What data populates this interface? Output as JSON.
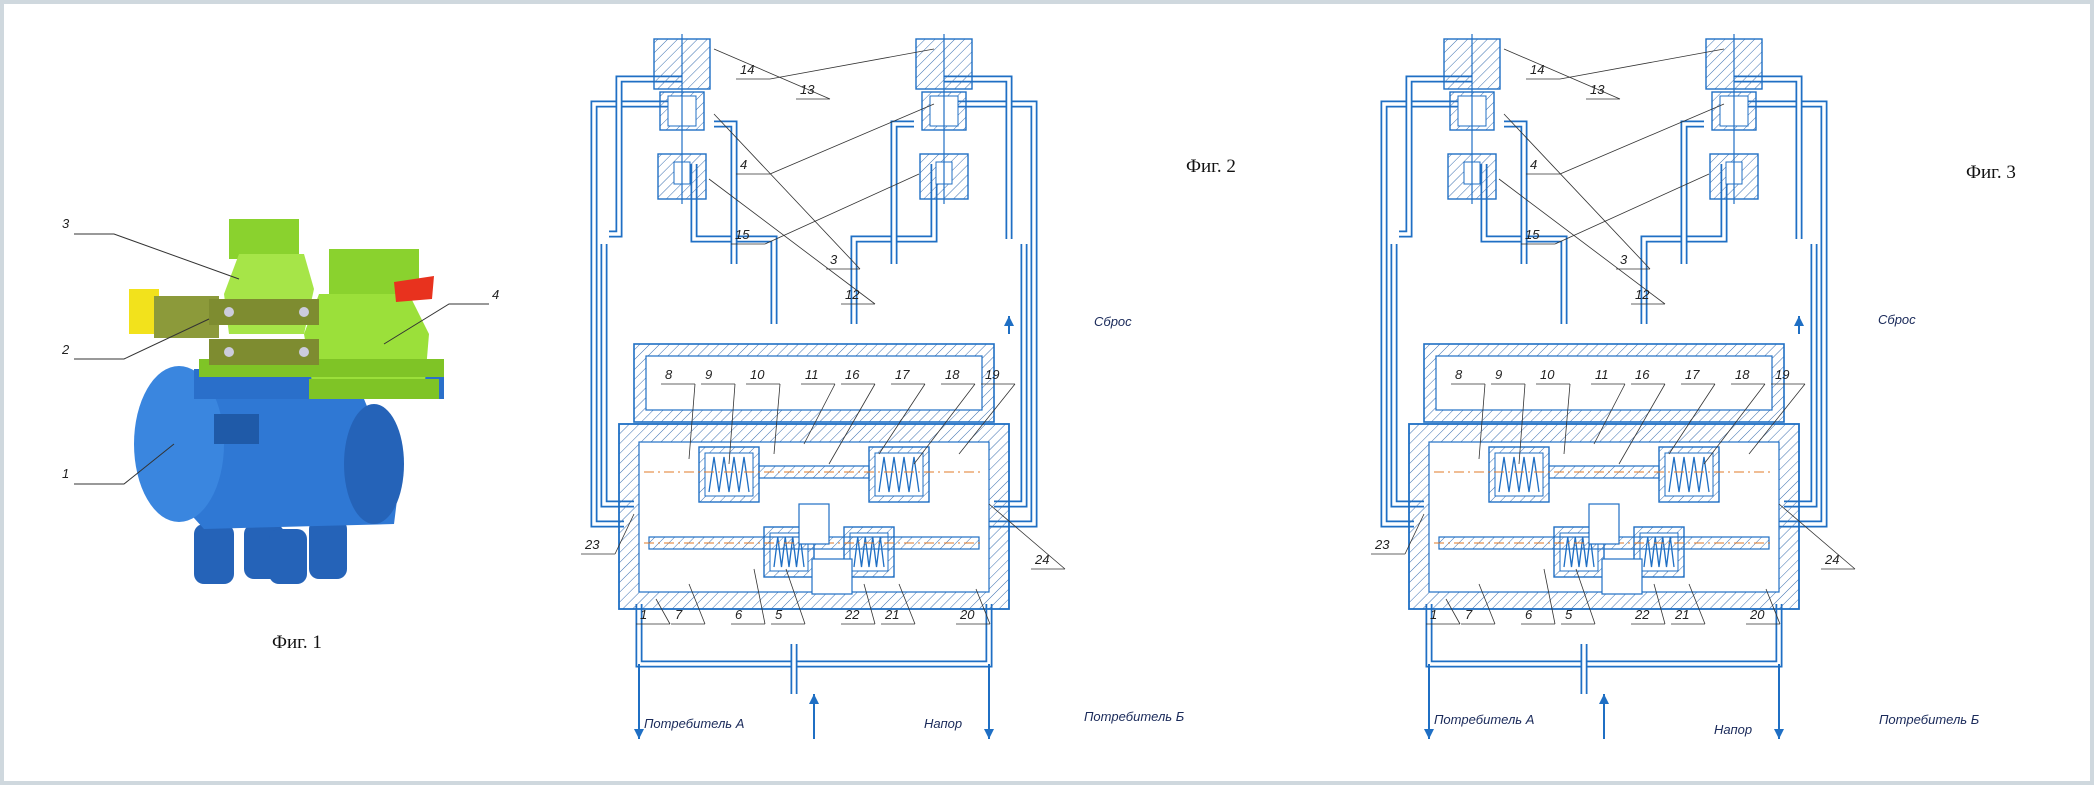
{
  "figures": [
    {
      "caption": "Фиг. 1",
      "labels": [
        "1",
        "2",
        "3",
        "4"
      ],
      "colors": {
        "body": "#2f78d4",
        "body_dark": "#1f5aa8",
        "valve": "#9be03a",
        "valve_dark": "#6fae1c",
        "button_red": "#e8321e",
        "cap_yellow": "#f2e21c"
      }
    },
    {
      "caption": "Фиг. 2",
      "labels": [
        "1",
        "3",
        "4",
        "5",
        "6",
        "7",
        "8",
        "9",
        "10",
        "11",
        "12",
        "13",
        "14",
        "15",
        "16",
        "17",
        "18",
        "19",
        "20",
        "21",
        "22",
        "23",
        "24"
      ],
      "ports": {
        "drain": "Сброс",
        "consumer_a": "Потребитель А",
        "pressure": "Напор",
        "consumer_b": "Потребитель Б"
      }
    },
    {
      "caption": "Фиг. 3",
      "labels": [
        "1",
        "3",
        "4",
        "5",
        "6",
        "7",
        "8",
        "9",
        "10",
        "11",
        "12",
        "13",
        "14",
        "15",
        "16",
        "17",
        "18",
        "19",
        "20",
        "21",
        "22",
        "23",
        "24"
      ],
      "ports": {
        "drain": "Сброс",
        "consumer_a": "Потребитель А",
        "pressure": "Напор",
        "consumer_b": "Потребитель Б"
      }
    }
  ],
  "colors": {
    "line": "#1f6fc4",
    "hatch": "#3a6fb0",
    "spring": "#1f6fc4",
    "axis": "#e07b2a"
  }
}
